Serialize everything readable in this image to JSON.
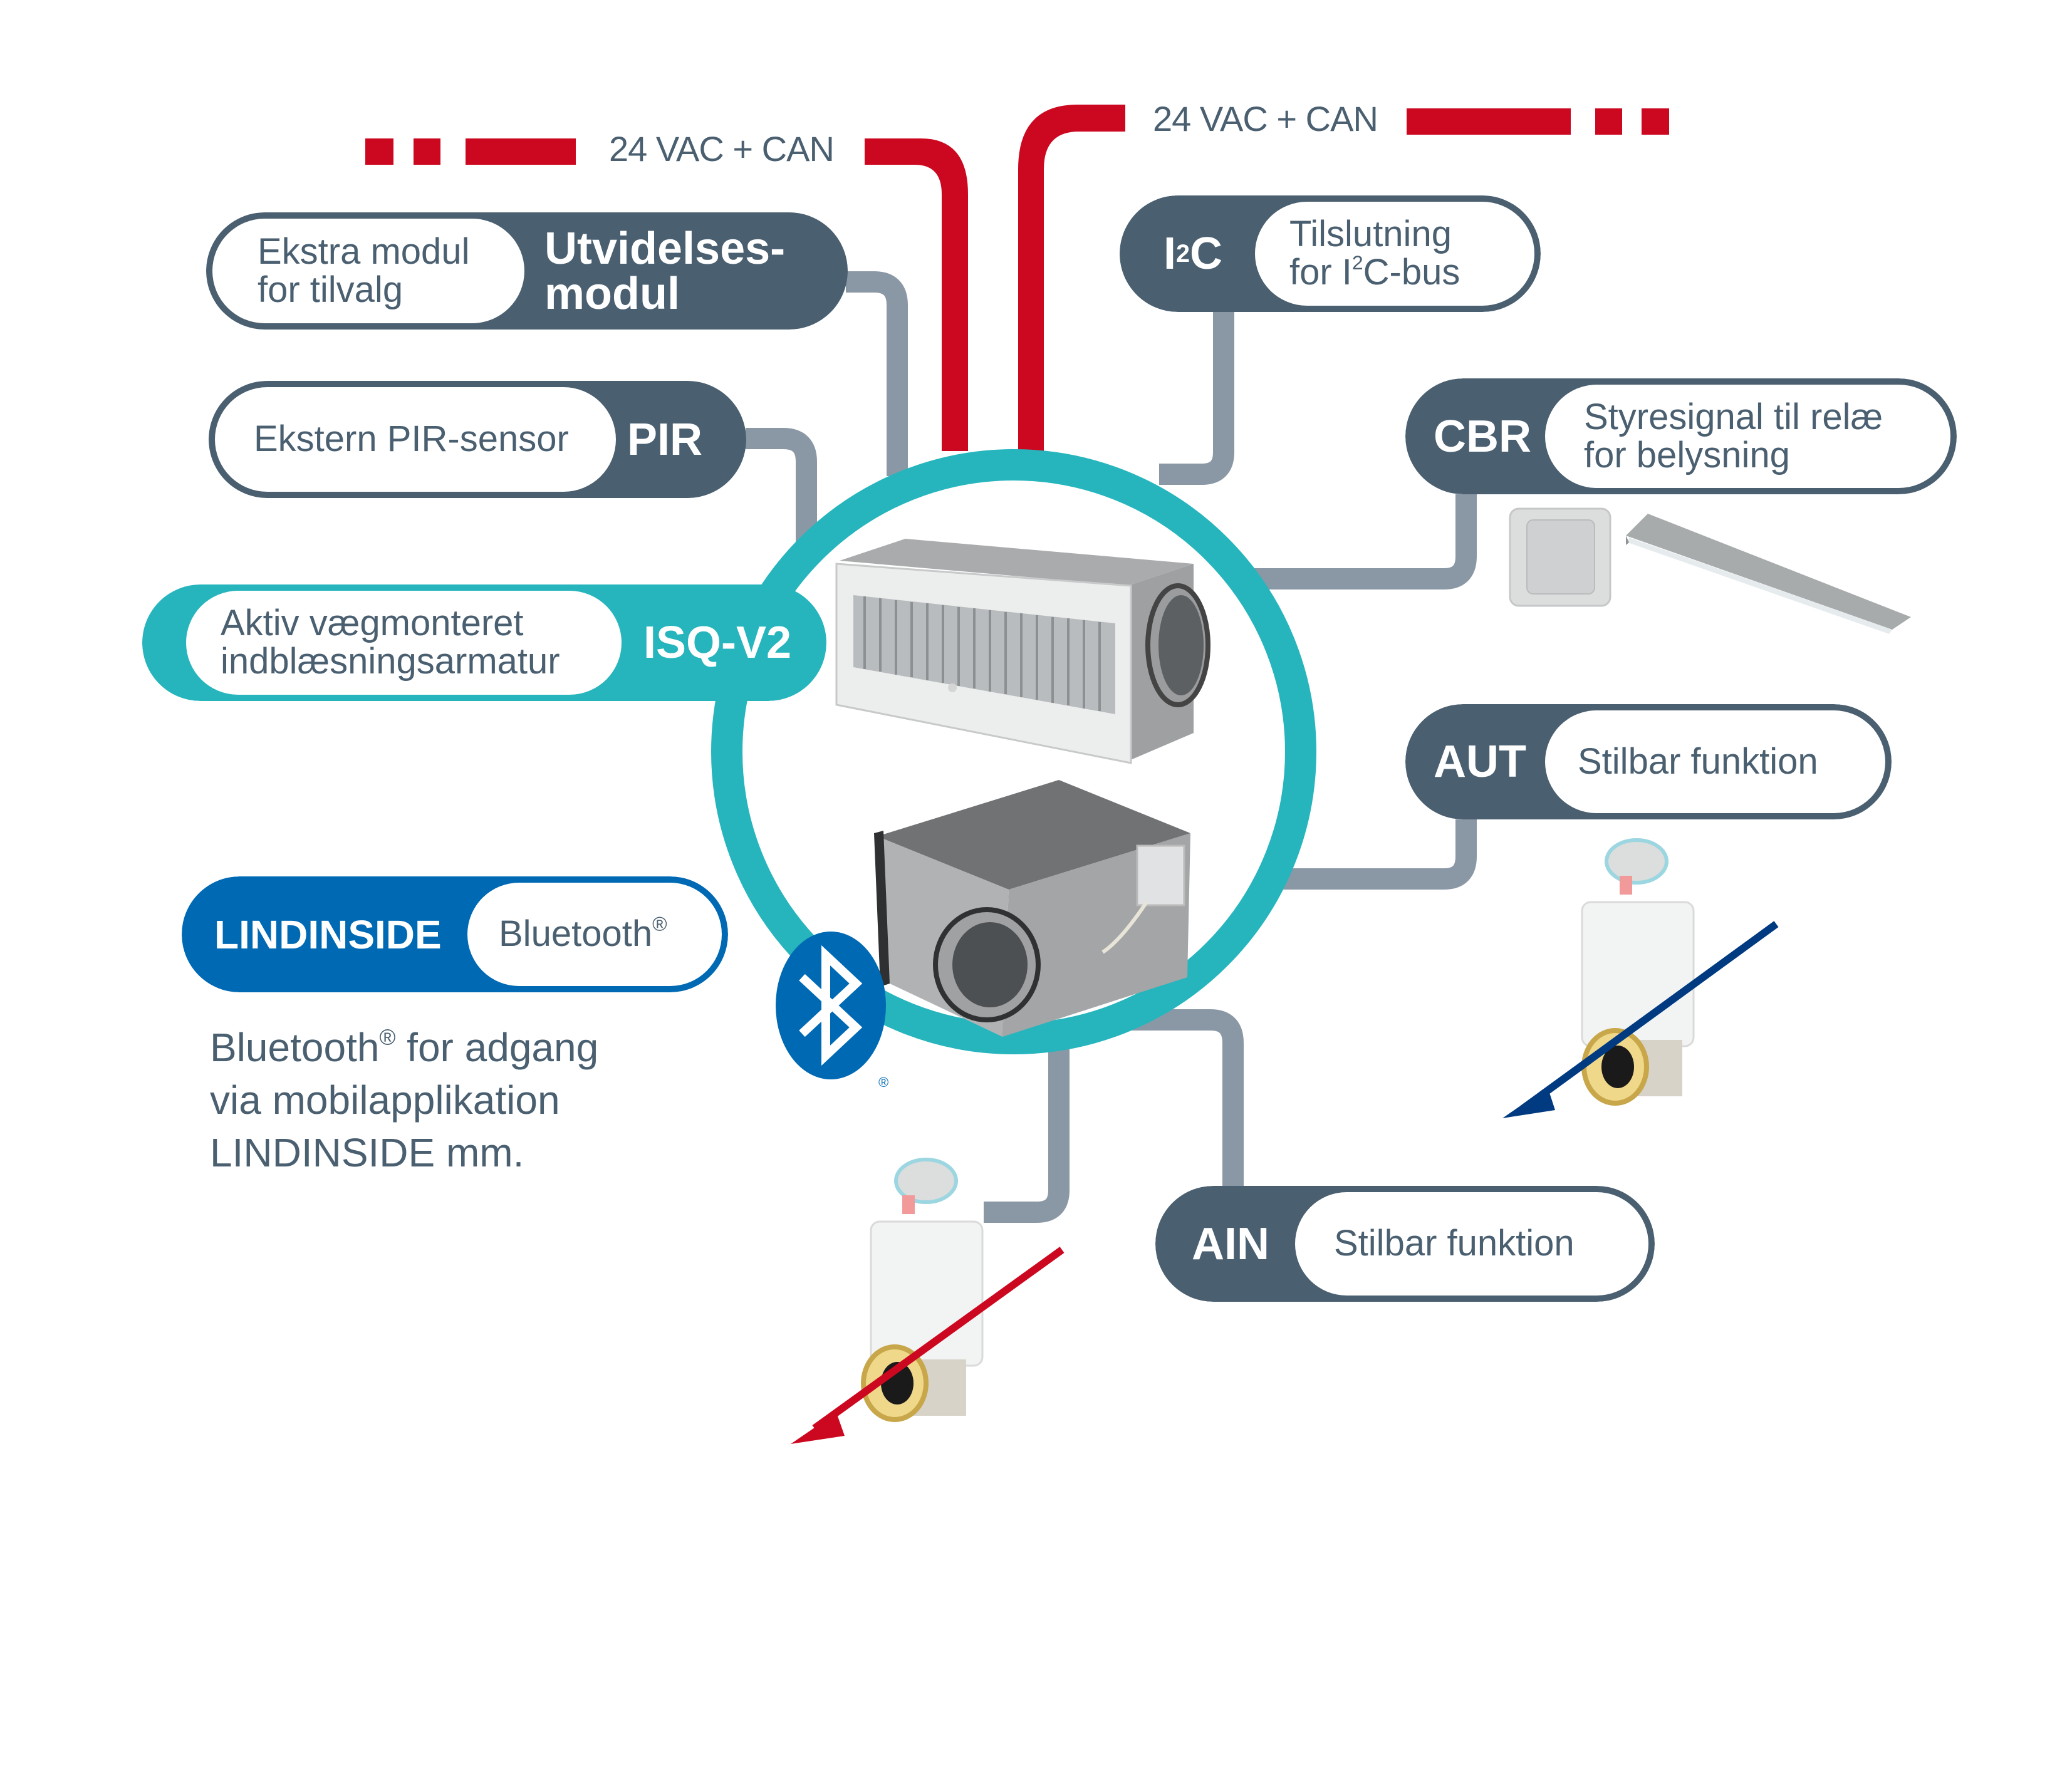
{
  "colors": {
    "slate": "#4a5f70",
    "connector_gray": "#8a98a5",
    "power_red": "#cc0820",
    "teal": "#26b5bd",
    "bluetooth_blue": "#0069b4",
    "flow_blue": "#003a80"
  },
  "power_lines": [
    {
      "label": "24 VAC + CAN",
      "side": "left"
    },
    {
      "label": "24 VAC + CAN",
      "side": "right"
    }
  ],
  "modules": {
    "expansion": {
      "tag_line1": "Utvidelses-",
      "tag_line2": "modul",
      "desc_line1": "Ekstra modul",
      "desc_line2": "for tilvalg"
    },
    "pir": {
      "tag": "PIR",
      "desc": "Ekstern PIR-sensor"
    },
    "isq": {
      "tag": "ISQ-V2",
      "desc_line1": "Aktiv vægmonteret",
      "desc_line2": "indblæsningsarmatur"
    },
    "lindinside": {
      "tag": "LINDINSIDE",
      "desc": "Bluetooth",
      "desc_mark": "®"
    },
    "i2c": {
      "tag_base": "I",
      "tag_sup": "2",
      "tag_end": "C",
      "desc_line1": "Tilslutning",
      "desc_line2_pre": "for I",
      "desc_line2_sup": "2",
      "desc_line2_post": "C-bus"
    },
    "cbr": {
      "tag": "CBR",
      "desc_line1": "Styresignal til relæ",
      "desc_line2": "for belysning"
    },
    "aut": {
      "tag": "AUT",
      "desc": "Stilbar funktion"
    },
    "ain": {
      "tag": "AIN",
      "desc": "Stilbar funktion"
    }
  },
  "bluetooth_note": {
    "line1_pre": "Bluetooth",
    "line1_mark": "®",
    "line1_post": " for adgang",
    "line2": "via mobilapplikation",
    "line3": "LINDINSIDE mm."
  },
  "icons": {
    "bluetooth_logo": "bluetooth-icon",
    "registered_mark": "®"
  },
  "products": [
    {
      "name": "ISQ-V2 wall-mounted supply diffuser"
    },
    {
      "name": "Plenum box with damper and controller"
    },
    {
      "name": "Wall light switch"
    },
    {
      "name": "Linear ceiling luminaire"
    },
    {
      "name": "Thermal valve actuator (cooling)"
    },
    {
      "name": "Thermal valve actuator (heating)"
    }
  ]
}
